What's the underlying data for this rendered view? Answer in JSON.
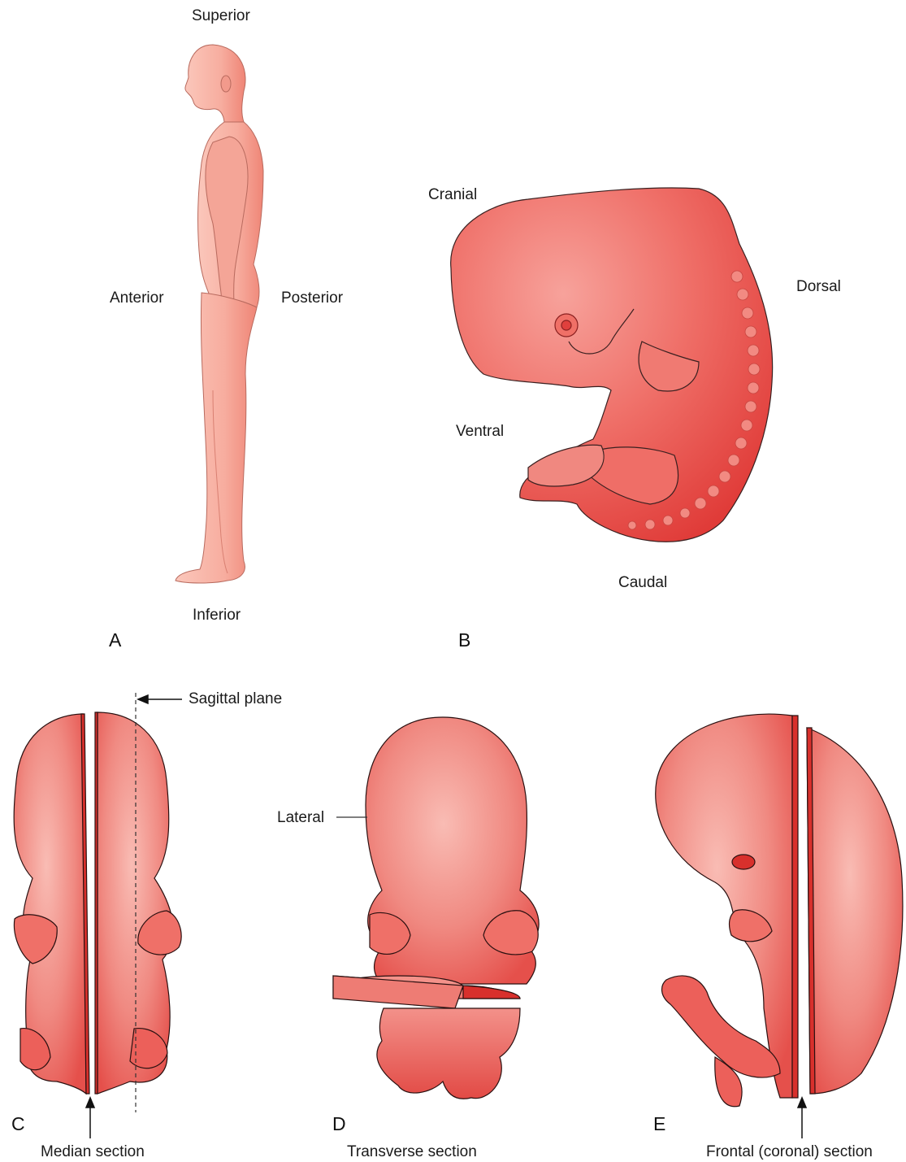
{
  "panel_a": {
    "letter": "A",
    "superior": "Superior",
    "inferior": "Inferior",
    "anterior": "Anterior",
    "posterior": "Posterior"
  },
  "panel_b": {
    "letter": "B",
    "cranial": "Cranial",
    "dorsal": "Dorsal",
    "ventral": "Ventral",
    "caudal": "Caudal"
  },
  "panel_c": {
    "letter": "C",
    "sagittal_plane": "Sagittal plane",
    "median_section": "Median section"
  },
  "panel_d": {
    "letter": "D",
    "lateral": "Lateral",
    "transverse_section": "Transverse section"
  },
  "panel_e": {
    "letter": "E",
    "frontal_section": "Frontal (coronal) section"
  },
  "colors": {
    "skin": "#f6a99b",
    "embryo": "#ee5a55",
    "embryo_dark": "#e0403d",
    "outline": "#2a2a2a"
  }
}
